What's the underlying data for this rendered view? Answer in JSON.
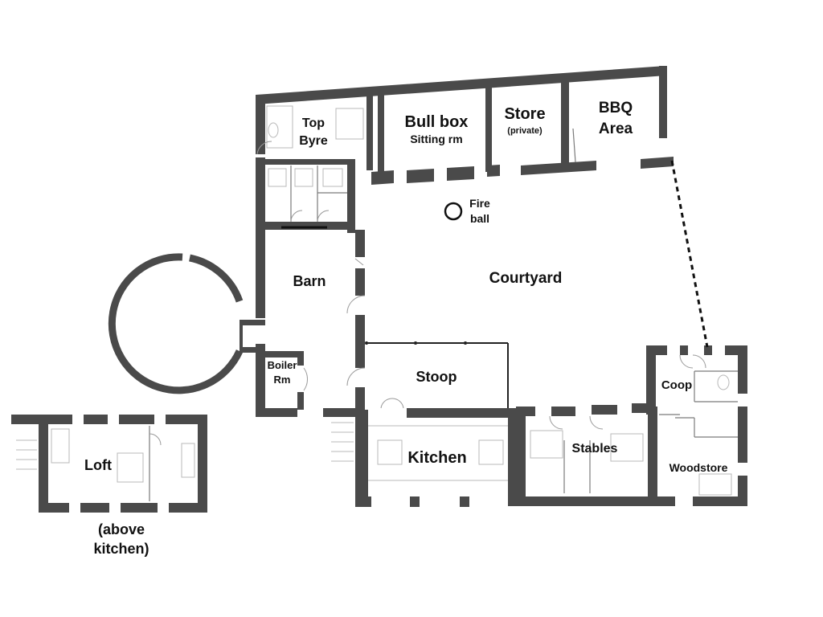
{
  "rooms": {
    "top_byre": [
      "Top",
      "Byre"
    ],
    "bull_box": "Bull box",
    "bull_box_sub": "Sitting rm",
    "store": "Store",
    "store_sub": "(private)",
    "bbq": [
      "BBQ",
      "Area"
    ],
    "fire_ball": [
      "Fire",
      "ball"
    ],
    "barn": "Barn",
    "courtyard": "Courtyard",
    "boiler": [
      "Boiler",
      "Rm"
    ],
    "stoop": "Stoop",
    "kitchen": "Kitchen",
    "stables": "Stables",
    "coop": "Coop",
    "woodstore": "Woodstore",
    "loft": "Loft",
    "loft_note": [
      "(above",
      "kitchen)"
    ]
  }
}
